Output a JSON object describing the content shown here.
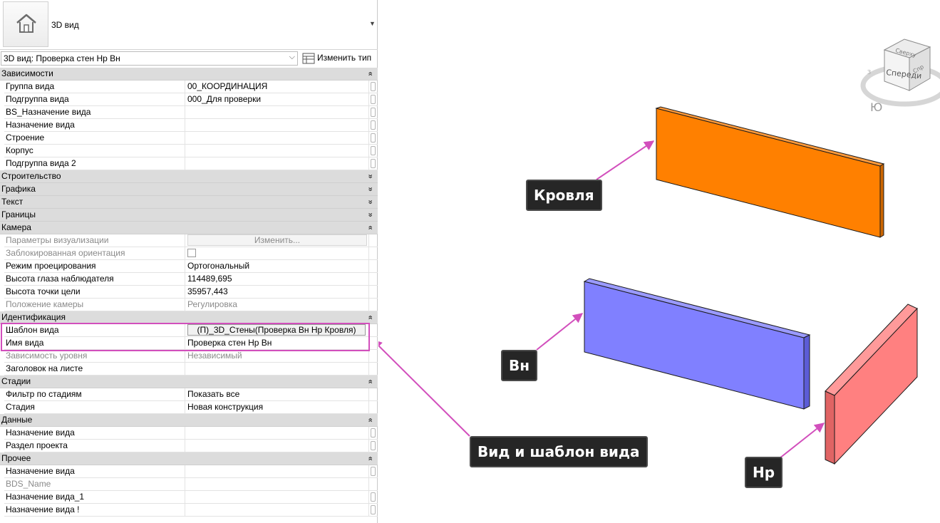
{
  "type_selector": {
    "type_name": "3D вид",
    "instance": "3D вид: Проверка стен Нр Вн",
    "edit_type_label": "Изменить тип"
  },
  "groups": [
    {
      "title": "Зависимости",
      "collapsed": false,
      "rows": [
        {
          "label": "Группа вида",
          "value": "00_КООРДИНАЦИЯ",
          "disabled": false,
          "kind": "text",
          "side": true
        },
        {
          "label": "Подгруппа вида",
          "value": "000_Для проверки",
          "disabled": false,
          "kind": "text",
          "side": true
        },
        {
          "label": "BS_Назначение вида",
          "value": "",
          "disabled": false,
          "kind": "text",
          "side": true
        },
        {
          "label": "Назначение вида",
          "value": "",
          "disabled": false,
          "kind": "text",
          "side": true
        },
        {
          "label": "Строение",
          "value": "",
          "disabled": false,
          "kind": "text",
          "side": true
        },
        {
          "label": "Корпус",
          "value": "",
          "disabled": false,
          "kind": "text",
          "side": true
        },
        {
          "label": "Подгруппа вида 2",
          "value": "",
          "disabled": false,
          "kind": "text",
          "side": true
        }
      ]
    },
    {
      "title": "Строительство",
      "collapsed": true,
      "rows": []
    },
    {
      "title": "Графика",
      "collapsed": true,
      "rows": []
    },
    {
      "title": "Текст",
      "collapsed": true,
      "rows": []
    },
    {
      "title": "Границы",
      "collapsed": true,
      "rows": []
    },
    {
      "title": "Камера",
      "collapsed": false,
      "rows": [
        {
          "label": "Параметры визуализации",
          "value": "Изменить...",
          "disabled": true,
          "kind": "button",
          "side": false
        },
        {
          "label": "Заблокированная ориентация",
          "value": "",
          "disabled": true,
          "kind": "checkbox",
          "side": false
        },
        {
          "label": "Режим проецирования",
          "value": "Ортогональный",
          "disabled": false,
          "kind": "text",
          "side": false
        },
        {
          "label": "Высота глаза наблюдателя",
          "value": "114489,695",
          "disabled": false,
          "kind": "text",
          "side": false
        },
        {
          "label": "Высота точки цели",
          "value": "35957,443",
          "disabled": false,
          "kind": "text",
          "side": false
        },
        {
          "label": "Положение камеры",
          "value": "Регулировка",
          "disabled": true,
          "kind": "text",
          "side": false
        }
      ]
    },
    {
      "title": "Идентификация",
      "collapsed": false,
      "rows": [
        {
          "label": "Шаблон вида",
          "value": "(П)_3D_Стены(Проверка Вн Нр Кровля)",
          "disabled": false,
          "kind": "template",
          "side": false
        },
        {
          "label": "Имя вида",
          "value": "Проверка стен Нр Вн",
          "disabled": false,
          "kind": "text",
          "side": false
        },
        {
          "label": "Зависимость уровня",
          "value": "Независимый",
          "disabled": true,
          "kind": "text",
          "side": false
        },
        {
          "label": "Заголовок на листе",
          "value": "",
          "disabled": false,
          "kind": "text",
          "side": false
        }
      ]
    },
    {
      "title": "Стадии",
      "collapsed": false,
      "rows": [
        {
          "label": "Фильтр по стадиям",
          "value": "Показать все",
          "disabled": false,
          "kind": "text",
          "side": false
        },
        {
          "label": "Стадия",
          "value": "Новая конструкция",
          "disabled": false,
          "kind": "text",
          "side": false
        }
      ]
    },
    {
      "title": "Данные",
      "collapsed": false,
      "rows": [
        {
          "label": "Назначение вида",
          "value": "",
          "disabled": false,
          "kind": "text",
          "side": true
        },
        {
          "label": "Раздел проекта",
          "value": "",
          "disabled": false,
          "kind": "text",
          "side": true
        }
      ]
    },
    {
      "title": "Прочее",
      "collapsed": false,
      "rows": [
        {
          "label": "Назначение вида",
          "value": "",
          "disabled": false,
          "kind": "text",
          "side": true
        },
        {
          "label": "BDS_Name",
          "value": "",
          "disabled": true,
          "kind": "text",
          "side": false
        },
        {
          "label": "Назначение вида_1",
          "value": "",
          "disabled": false,
          "kind": "text",
          "side": true
        },
        {
          "label": "Назначение вида !",
          "value": "",
          "disabled": false,
          "kind": "text",
          "side": true
        }
      ]
    }
  ],
  "viewcube": {
    "front_label": "Спереди",
    "top_label": "Сверху",
    "right_label": "Спр",
    "compass_label": "Ю",
    "compass_west": "З"
  },
  "callouts": {
    "roof": "Кровля",
    "inner": "Вн",
    "outer": "Нр",
    "view_template": "Вид и шаблон вида"
  },
  "colors": {
    "roof_wall": "#ff8000",
    "inner_wall": "#8080ff",
    "outer_wall": "#ff8080",
    "arrow": "#d24fbc"
  }
}
